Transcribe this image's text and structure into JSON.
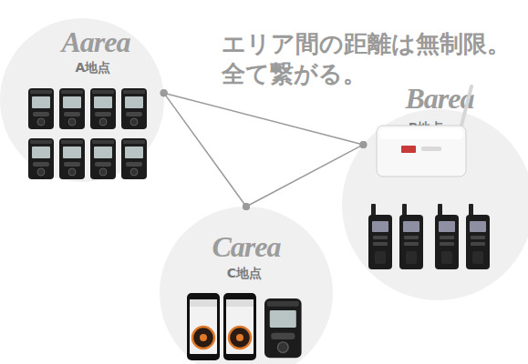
{
  "diagram": {
    "title": "エリア間の距離は無制限。 全て繋がる。",
    "nodes": [
      {
        "text": [
          "Aarea",
          "A地点"
        ]
      },
      {
        "text": [
          "Barea",
          "B地点"
        ]
      },
      {
        "text": [
          "Carea",
          "C地点"
        ]
      }
    ],
    "edges": [
      {
        "from": 0,
        "to": 1,
        "arrow": "none"
      },
      {
        "from": 1,
        "to": 2,
        "arrow": "none"
      },
      {
        "from": 2,
        "to": 0,
        "arrow": "none"
      }
    ]
  }
}
